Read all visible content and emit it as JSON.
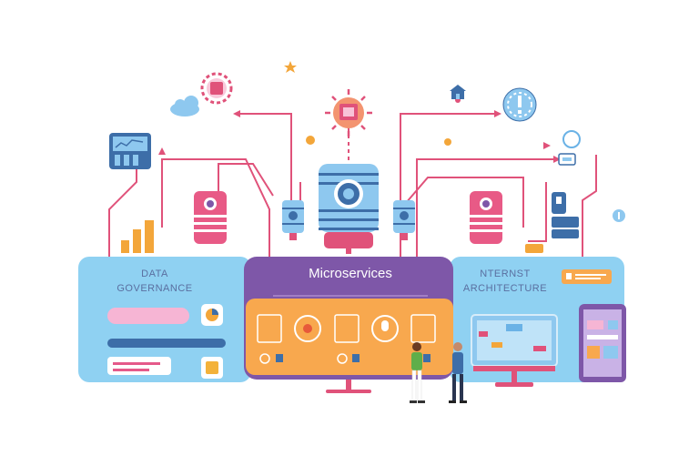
{
  "panels": {
    "left": {
      "title_line1": "DATA",
      "title_line2": "GOVERNANCE"
    },
    "center": {
      "title": "Microservices"
    },
    "right": {
      "title_line1": "NTERNST",
      "title_line2": "ARCHITECTURE"
    }
  },
  "colors": {
    "panel_blue": "#8fd1f2",
    "panel_purple": "#7e57a8",
    "panel_orange": "#f8a84e",
    "line_pink": "#e0527a",
    "server_blue": "#8ec8ef",
    "server_pink": "#e85a86"
  },
  "icons": [
    "cloud-icon",
    "gear-icon",
    "star-icon",
    "home-icon",
    "warning-gear-icon",
    "settings-icon",
    "lock-icon",
    "chart-icon",
    "tablet-icon",
    "monitor-icon",
    "person-icon"
  ]
}
